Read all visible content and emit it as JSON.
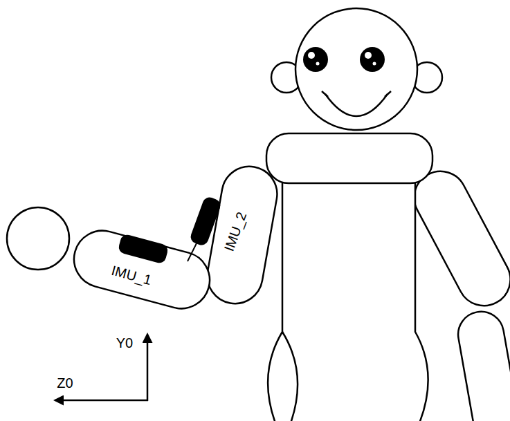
{
  "diagram": {
    "labels": [
      "IMU_1",
      "IMU_2",
      "Y0",
      "Z0"
    ]
  }
}
